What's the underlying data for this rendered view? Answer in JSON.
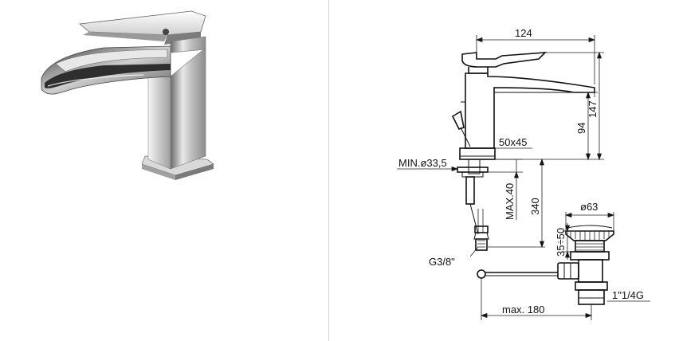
{
  "drawing": {
    "dimensions": {
      "width_124": "124",
      "height_147": "147",
      "height_94": "94",
      "base_50x45": "50x45",
      "min_hole": "MIN.ø33,5",
      "max_40": "MAX.40",
      "hose_340": "340",
      "thread_g38": "G3/8\"",
      "drain_dia": "ø63",
      "drain_range": "35÷50",
      "drain_thread": "1\"1/4G",
      "max_180": "max. 180"
    }
  },
  "colors": {
    "line": "#111111",
    "chrome_dark": "#5a5a5a",
    "chrome_light": "#f2f2f2"
  }
}
